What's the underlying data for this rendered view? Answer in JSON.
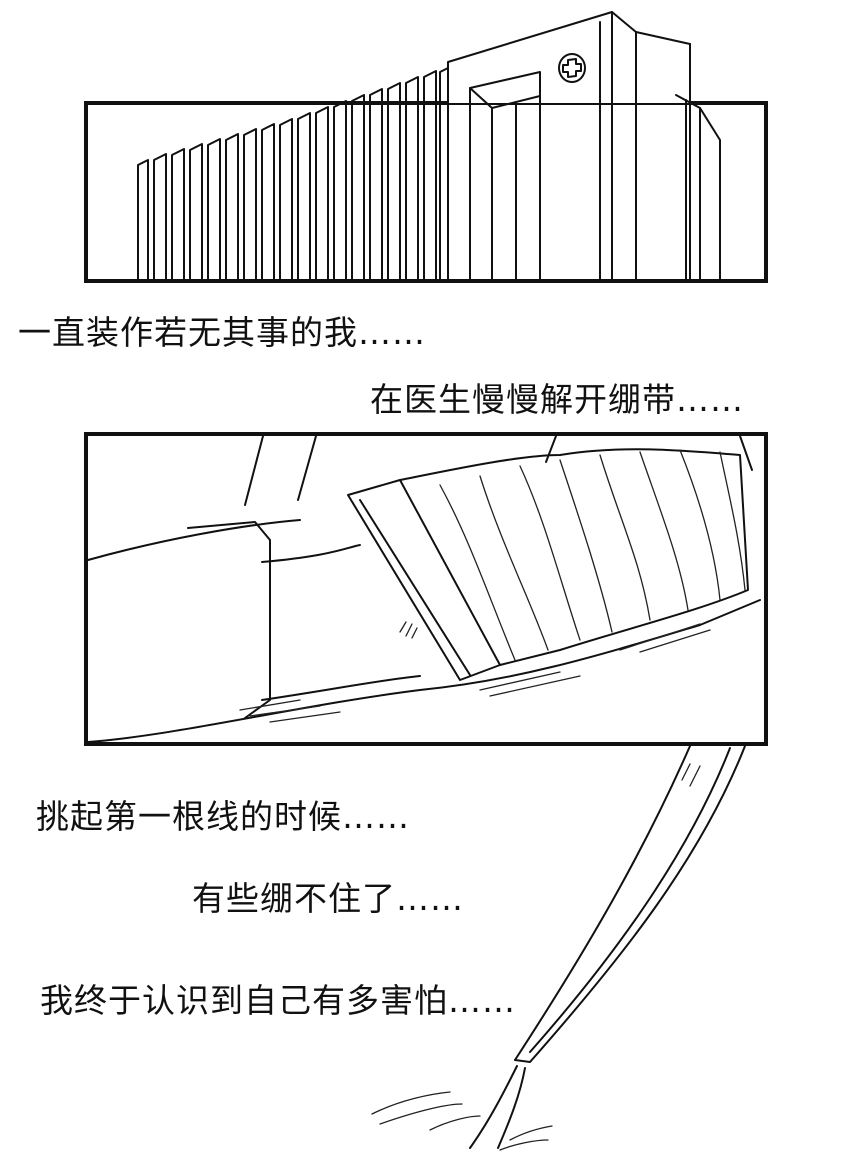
{
  "captions": {
    "line1": "一直装作若无其事的我……",
    "line2": "在医生慢慢解开绷带……",
    "line3": "挑起第一根线的时候……",
    "line4": "有些绷不住了……",
    "line5": "我终于认识到自己有多害怕……"
  },
  "panels": {
    "top": {
      "icon": "hospital-cross-icon"
    },
    "middle": {
      "icon": "bandaged-arm-drawing"
    },
    "bottom": {
      "icon": "tweezers-drawing"
    }
  },
  "colors": {
    "ink": "#111111",
    "paper": "#ffffff"
  }
}
